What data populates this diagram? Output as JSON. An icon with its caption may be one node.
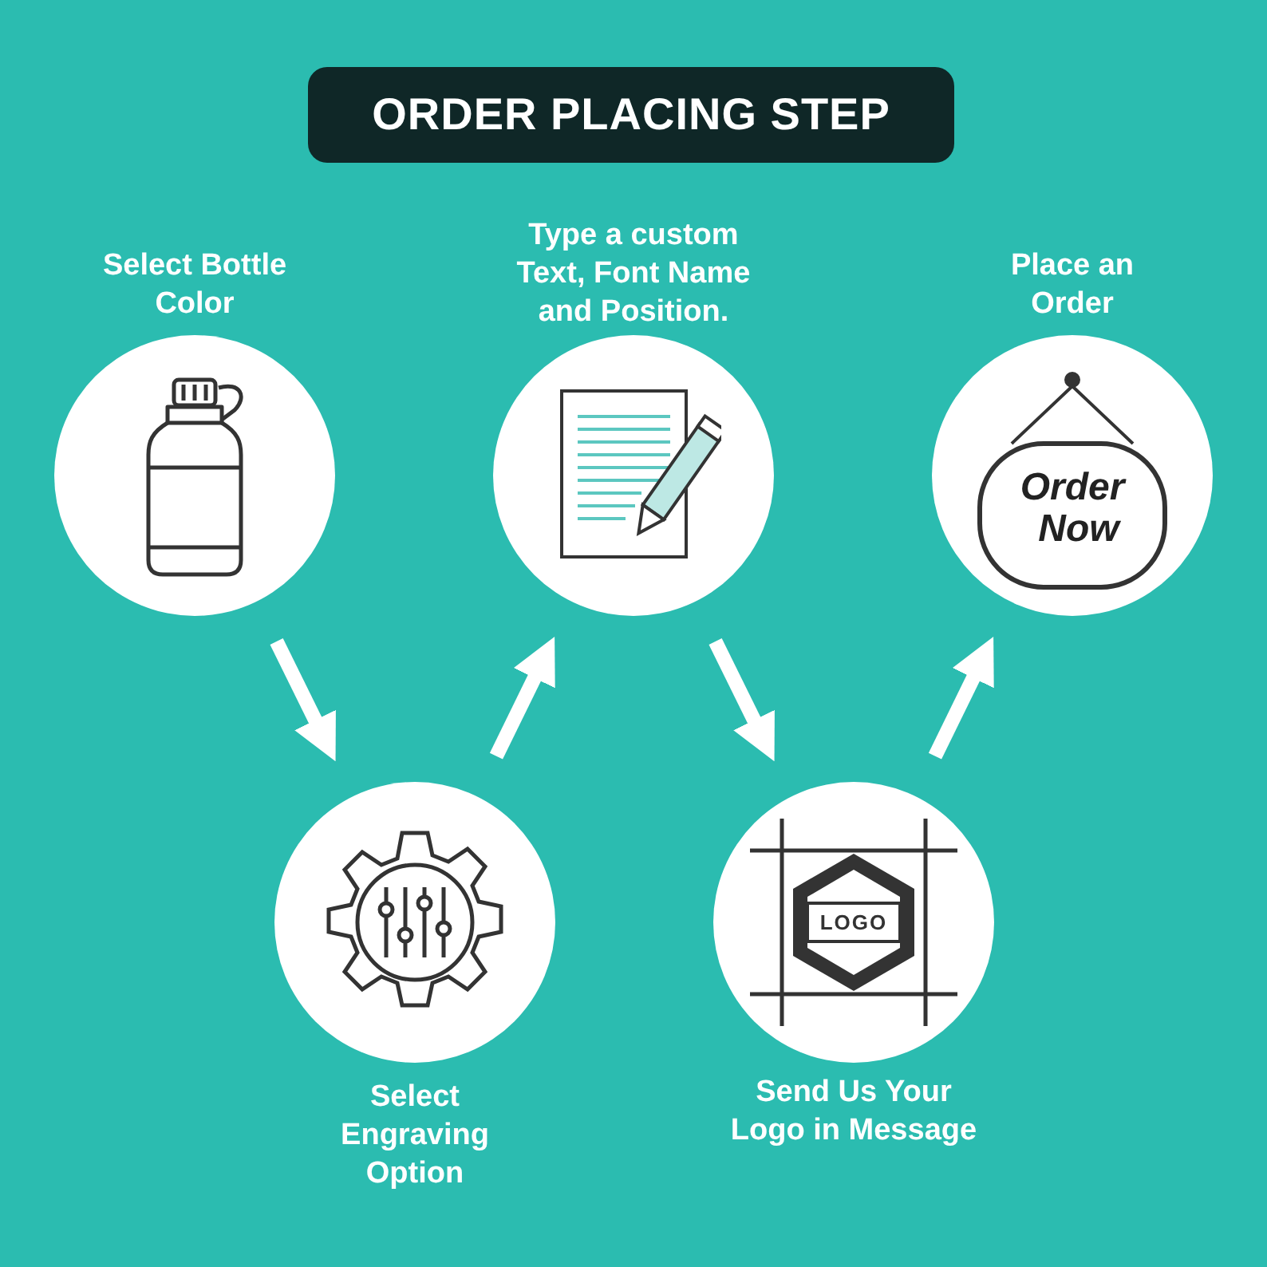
{
  "diagram": {
    "title": "ORDER PLACING STEP",
    "nodes": [
      {
        "text": [
          "Select Bottle Color"
        ]
      },
      {
        "text": [
          "Select Engraving Option"
        ]
      },
      {
        "text": [
          "Type a custom Text, Font Name and Position."
        ]
      },
      {
        "text": [
          "Send Us Your Logo in Message"
        ]
      },
      {
        "text": [
          "Place an Order"
        ]
      }
    ],
    "edges": [
      {
        "from": 0,
        "to": 1,
        "arrow": "to"
      },
      {
        "from": 1,
        "to": 2,
        "arrow": "to"
      },
      {
        "from": 2,
        "to": 3,
        "arrow": "to"
      },
      {
        "from": 3,
        "to": 4,
        "arrow": "to"
      }
    ],
    "labels": [
      "LOGO",
      "Order",
      "Now"
    ]
  }
}
